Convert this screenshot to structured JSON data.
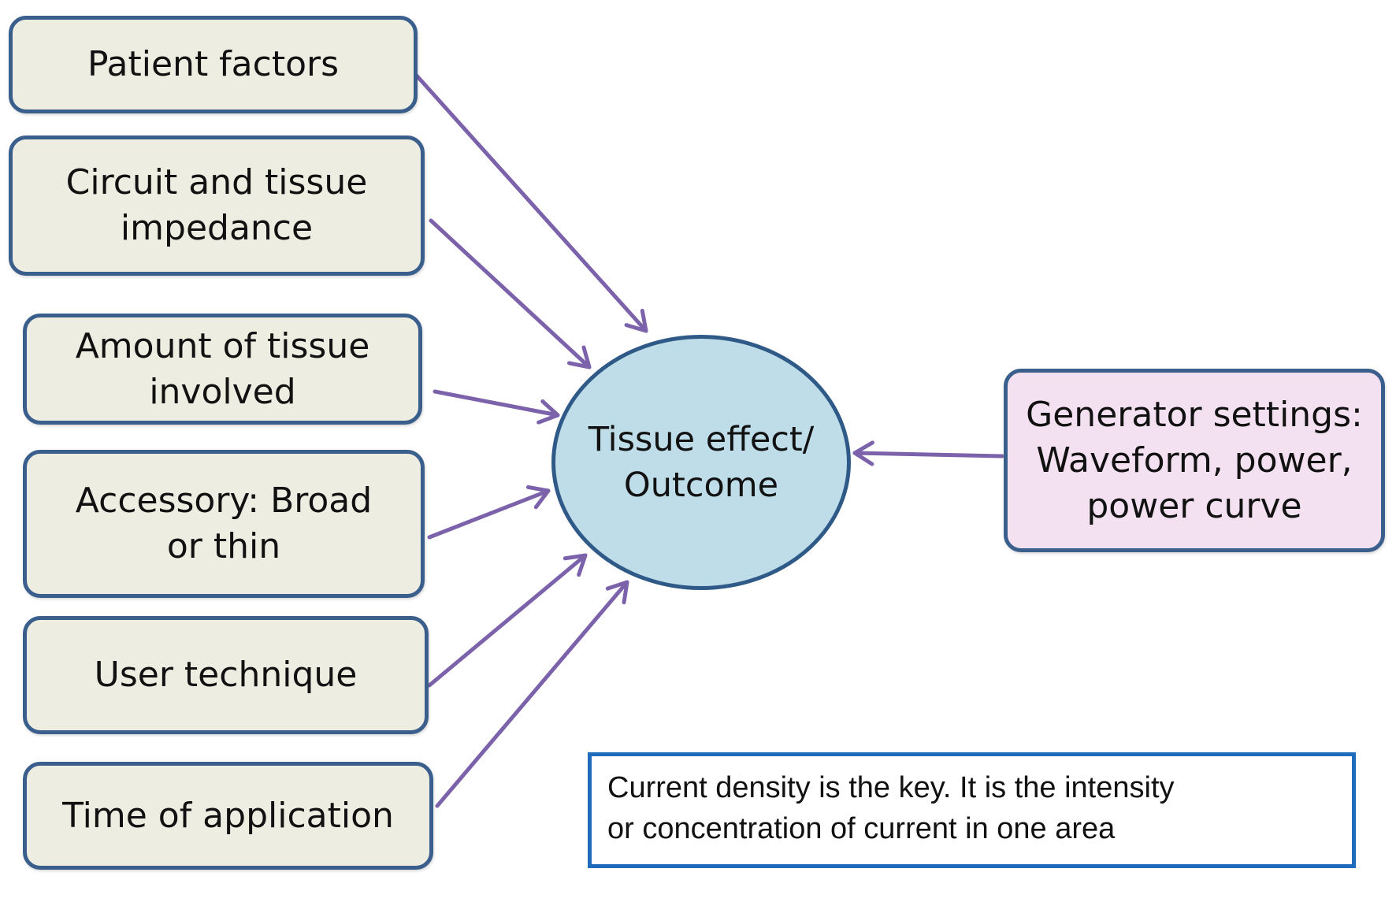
{
  "diagram": {
    "factors": [
      {
        "id": "patient",
        "label": "Patient factors"
      },
      {
        "id": "impedance",
        "label": "Circuit and tissue\nimpedance"
      },
      {
        "id": "amount",
        "label": "Amount of tissue\ninvolved"
      },
      {
        "id": "accessory",
        "label": "Accessory: Broad\nor thin"
      },
      {
        "id": "technique",
        "label": "User technique"
      },
      {
        "id": "time",
        "label": "Time of application"
      }
    ],
    "center": {
      "label": "Tissue effect/\nOutcome"
    },
    "generator": {
      "label": "Generator settings:\nWaveform, power,\npower curve"
    },
    "note": {
      "text": "Current density is the key.  It is the intensity\nor concentration of current in one area"
    },
    "colors": {
      "factor_fill": "#eeede1",
      "box_border": "#3a5f8c",
      "center_fill": "#bedde9",
      "generator_fill": "#f3e1f1",
      "arrow": "#7b62ab",
      "note_border": "#1f6cbd"
    }
  }
}
